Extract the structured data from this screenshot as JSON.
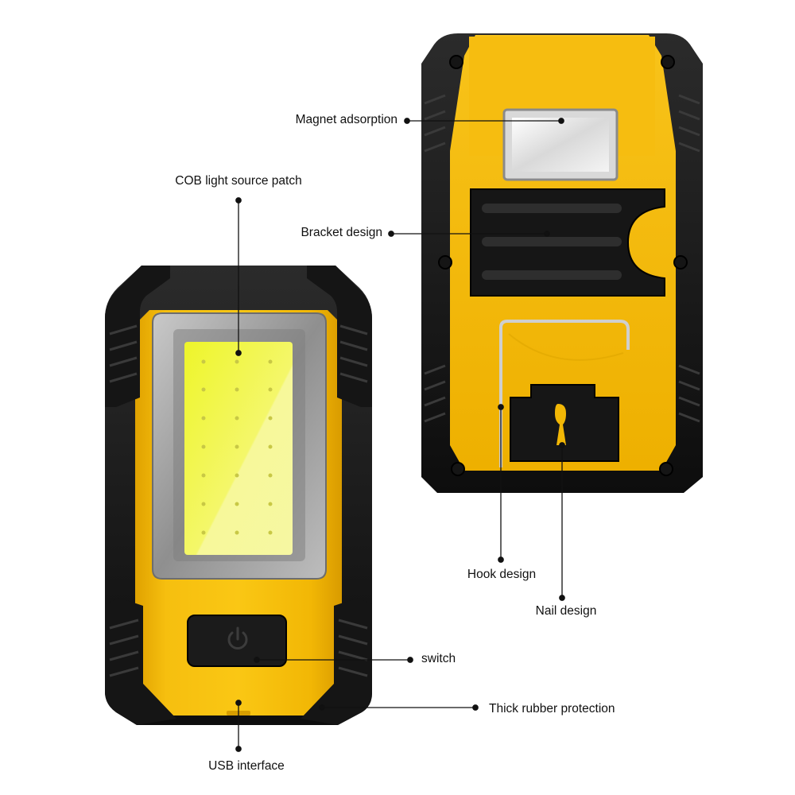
{
  "callouts": {
    "magnet": "Magnet adsorption",
    "cob": "COB light source patch",
    "bracket": "Bracket design",
    "hook": "Hook design",
    "nail": "Nail design",
    "switch": "switch",
    "rubber": "Thick rubber protection",
    "usb": "USB interface"
  },
  "colors": {
    "housing_yellow": "#f2b705",
    "rubber_black": "#151515",
    "cob_panel": "#f3f56a",
    "metal_frame": "#9a9a9a",
    "leader_line": "#111111"
  },
  "icons": {
    "power_button": "power-icon"
  }
}
